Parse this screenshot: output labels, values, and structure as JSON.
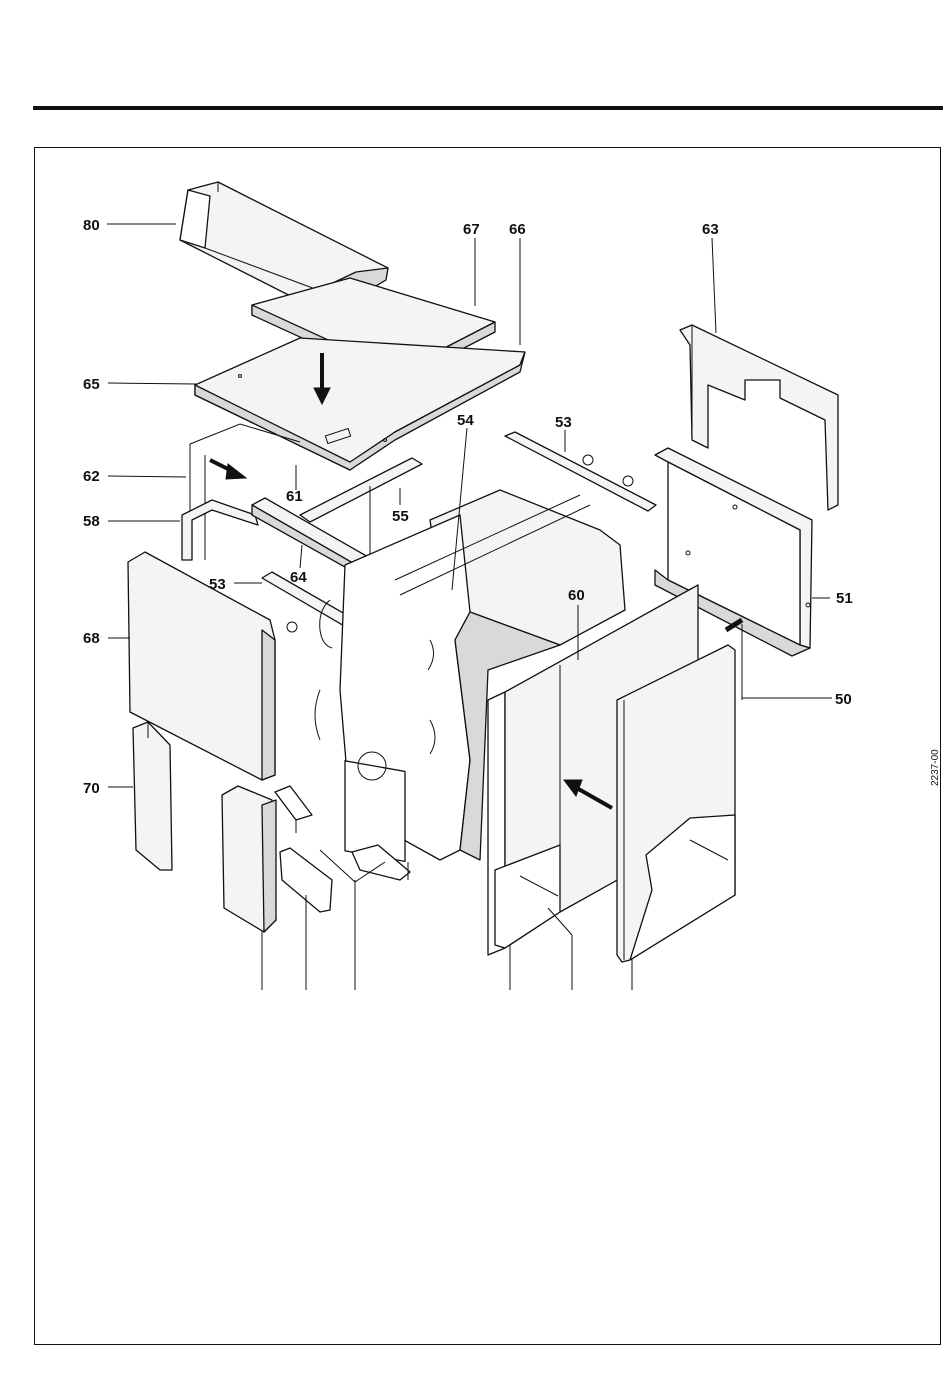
{
  "drawing_code": "2237-00",
  "callouts": {
    "c80": "80",
    "c67": "67",
    "c66": "66",
    "c63": "63",
    "c65": "65",
    "c54": "54",
    "c53a": "53",
    "c62": "62",
    "c61": "61",
    "c55": "55",
    "c58": "58",
    "c64": "64",
    "c53b": "53",
    "c60": "60",
    "c51": "51",
    "c68": "68",
    "c50": "50",
    "c70": "70"
  }
}
